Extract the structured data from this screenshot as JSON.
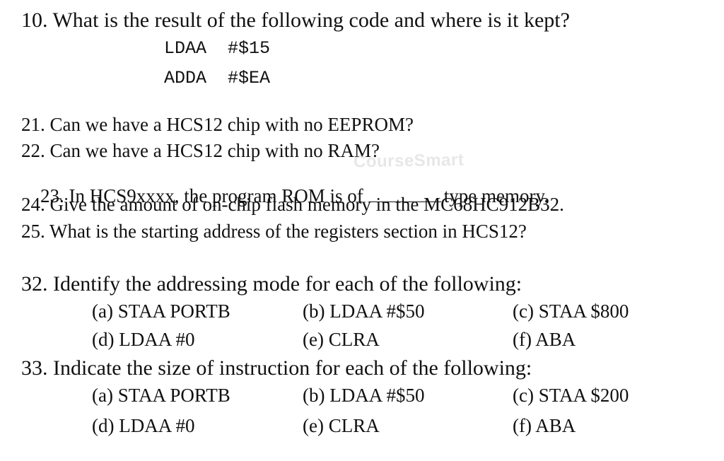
{
  "question_10": {
    "text": "10. What is the result of the following code and where is it kept?",
    "code_lines": [
      "LDAA  #$15",
      "ADDA  #$EA"
    ]
  },
  "questions_21_25": {
    "q21": "21. Can we have a HCS12 chip with no EEPROM?",
    "q22": "22. Can we have a HCS12 chip with no RAM?",
    "q23_prefix": "23. In HCS9xxxx, the program ROM is of",
    "q23_suffix": "type memory.",
    "q24": "24. Give the amount of on-chip flash memory in the MC68HC912B32.",
    "q25": "25. What is the starting address of the registers section in HCS12?"
  },
  "question_32": {
    "text": "32. Identify the addressing mode for each of the following:",
    "options": [
      "(a) STAA PORTB",
      "(b) LDAA #$50",
      "(c) STAA $800",
      "(d) LDAA #0",
      "(e) CLRA",
      "(f) ABA"
    ]
  },
  "question_33": {
    "text": "33. Indicate the size of instruction for each of the following:",
    "options": [
      "(a) STAA PORTB",
      "(b) LDAA #$50",
      "(c) STAA $200",
      "(d) LDAA #0",
      "(e) CLRA",
      "(f) ABA"
    ]
  },
  "watermark": {
    "text": "CourseSmart"
  }
}
